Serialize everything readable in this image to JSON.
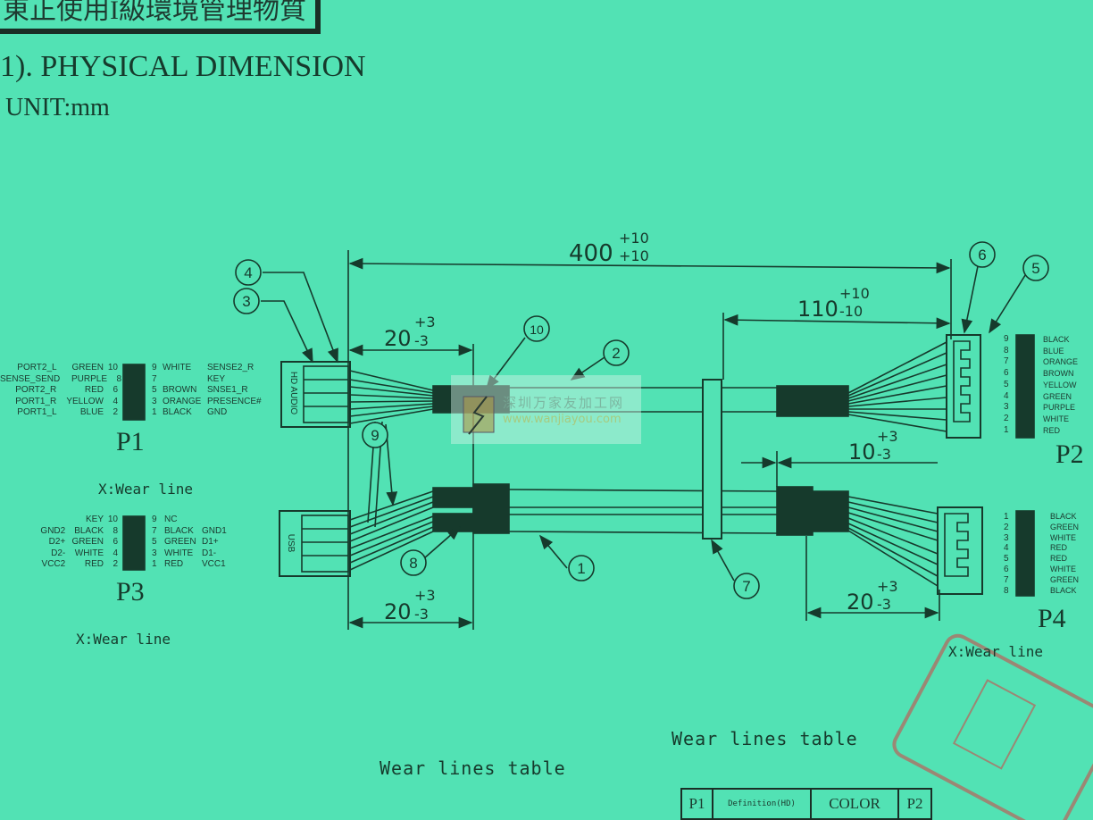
{
  "header": {
    "banner": "東正使用I級環境管理物質",
    "title": "1). PHYSICAL DIMENSION",
    "unit": "UNIT:mm"
  },
  "dimensions": {
    "overall": {
      "value": "400",
      "upper": "+10",
      "lower": "+10"
    },
    "left_top": {
      "value": "20",
      "upper": "+3",
      "lower": "-3"
    },
    "right_top": {
      "value": "110",
      "upper": "+10",
      "lower": "-10"
    },
    "right_mid": {
      "value": "10",
      "upper": "+3",
      "lower": "-3"
    },
    "left_bottom": {
      "value": "20",
      "upper": "+3",
      "lower": "-3"
    },
    "right_bottom": {
      "value": "20",
      "upper": "+3",
      "lower": "-3"
    }
  },
  "callouts": [
    "1",
    "2",
    "3",
    "4",
    "5",
    "6",
    "7",
    "8",
    "9",
    "10"
  ],
  "connector_labels": {
    "hd_audio": "HD AUDIO",
    "usb": "USB"
  },
  "p1": {
    "name": "P1",
    "wear_line": "X:Wear line",
    "left": [
      {
        "signal": "PORT2_L",
        "color": "GREEN",
        "pin": "10"
      },
      {
        "signal": "SENSE_SEND",
        "color": "PURPLE",
        "pin": "8"
      },
      {
        "signal": "PORT2_R",
        "color": "RED",
        "pin": "6"
      },
      {
        "signal": "PORT1_R",
        "color": "YELLOW",
        "pin": "4"
      },
      {
        "signal": "PORT1_L",
        "color": "BLUE",
        "pin": "2"
      }
    ],
    "right": [
      {
        "pin": "9",
        "color": "WHITE",
        "signal": "SENSE2_R"
      },
      {
        "pin": "7",
        "color": "",
        "signal": "KEY"
      },
      {
        "pin": "5",
        "color": "BROWN",
        "signal": "SNSE1_R"
      },
      {
        "pin": "3",
        "color": "ORANGE",
        "signal": "PRESENCE#"
      },
      {
        "pin": "1",
        "color": "BLACK",
        "signal": "GND"
      }
    ]
  },
  "p3": {
    "name": "P3",
    "wear_line": "X:Wear line",
    "left": [
      {
        "signal": "",
        "color": "KEY",
        "pin": "10"
      },
      {
        "signal": "GND2",
        "color": "BLACK",
        "pin": "8"
      },
      {
        "signal": "D2+",
        "color": "GREEN",
        "pin": "6"
      },
      {
        "signal": "D2-",
        "color": "WHITE",
        "pin": "4"
      },
      {
        "signal": "VCC2",
        "color": "RED",
        "pin": "2"
      }
    ],
    "right": [
      {
        "pin": "9",
        "color": "NC",
        "signal": ""
      },
      {
        "pin": "7",
        "color": "BLACK",
        "signal": "GND1"
      },
      {
        "pin": "5",
        "color": "GREEN",
        "signal": "D1+"
      },
      {
        "pin": "3",
        "color": "WHITE",
        "signal": "D1-"
      },
      {
        "pin": "1",
        "color": "RED",
        "signal": "VCC1"
      }
    ]
  },
  "p2": {
    "name": "P2",
    "pins": [
      "9",
      "8",
      "7",
      "6",
      "5",
      "4",
      "3",
      "2",
      "1"
    ],
    "colors": [
      "BLACK",
      "BLUE",
      "ORANGE",
      "BROWN",
      "YELLOW",
      "GREEN",
      "PURPLE",
      "WHITE",
      "RED"
    ]
  },
  "p4": {
    "name": "P4",
    "wear_line": "X:Wear line",
    "pins": [
      "1",
      "2",
      "3",
      "4",
      "5",
      "6",
      "7",
      "8"
    ],
    "colors": [
      "BLACK",
      "GREEN",
      "WHITE",
      "RED",
      "RED",
      "WHITE",
      "GREEN",
      "BLACK"
    ]
  },
  "wear_tables": {
    "title_right": "Wear lines table",
    "title_left": "Wear lines table",
    "headers": [
      "P1",
      "Definition(HD)",
      "COLOR",
      "P2"
    ]
  },
  "watermark": {
    "cn": "深圳万家友加工网",
    "url": "www.wanjiayou.com"
  },
  "colors": {
    "paper": "#52e2b4",
    "ink": "#163a2c",
    "stamp": "#b0605a"
  }
}
